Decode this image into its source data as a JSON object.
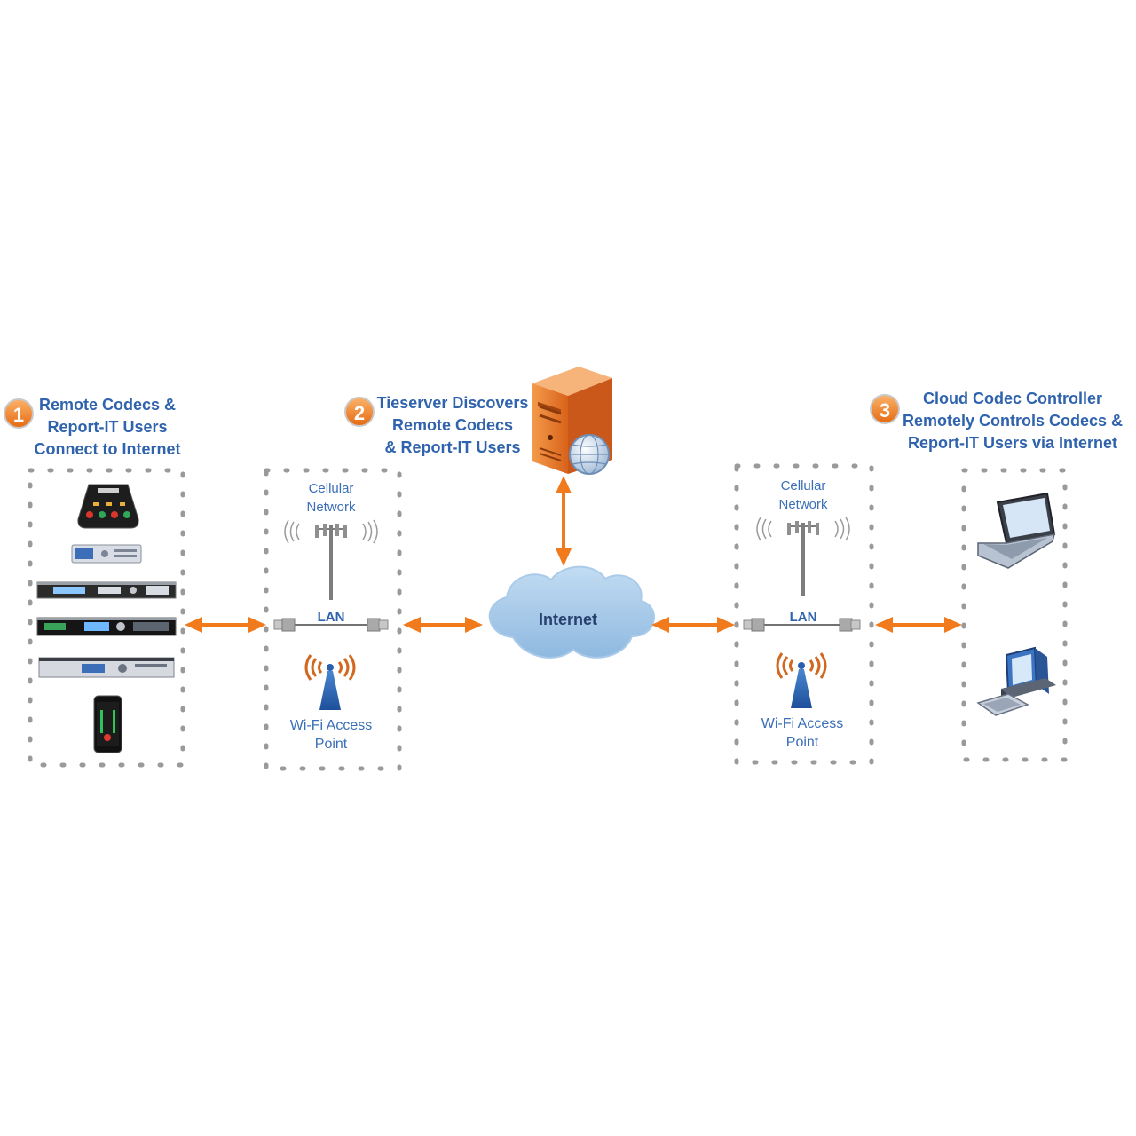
{
  "steps": [
    {
      "number": "1",
      "lines": [
        "Remote Codecs &",
        "Report-IT Users",
        "Connect to Internet"
      ]
    },
    {
      "number": "2",
      "lines": [
        "Tieserver Discovers",
        "Remote Codecs",
        "& Report-IT Users"
      ]
    },
    {
      "number": "3",
      "lines": [
        "Cloud Codec Controller",
        "Remotely Controls Codecs &",
        "Report-IT Users via Internet"
      ]
    }
  ],
  "left_network": {
    "cellular_lines": [
      "Cellular",
      "Network"
    ],
    "lan": "LAN",
    "wifi_lines": [
      "Wi-Fi Access",
      "Point"
    ]
  },
  "right_network": {
    "cellular_lines": [
      "Cellular",
      "Network"
    ],
    "lan": "LAN",
    "wifi_lines": [
      "Wi-Fi Access",
      "Point"
    ]
  },
  "cloud_label": "Internet",
  "icons": [
    "codec-mixer-icon",
    "rack-codec-icon",
    "smartphone-icon",
    "cell-tower-icon",
    "ethernet-plug-icon",
    "wifi-antenna-icon",
    "server-icon",
    "globe-icon",
    "cloud-icon",
    "laptop-icon",
    "desktop-computer-icon"
  ],
  "colors": {
    "accent": "#f07a1c",
    "text": "#2f63ad",
    "cloud": "#a9cbe9",
    "dotted_border": "#9a9a9a"
  }
}
